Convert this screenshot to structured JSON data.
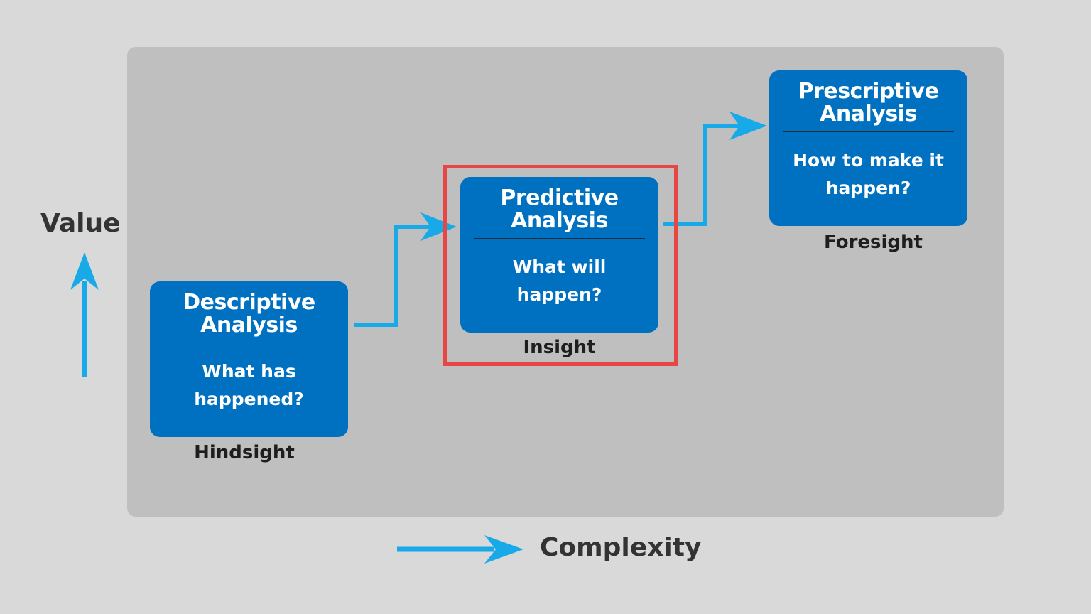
{
  "axes": {
    "y_label": "Value",
    "x_label": "Complexity"
  },
  "stages": [
    {
      "title_line1": "Descriptive",
      "title_line2": "Analysis",
      "question_line1": "What has",
      "question_line2": "happened?",
      "label": "Hindsight"
    },
    {
      "title_line1": "Predictive",
      "title_line2": "Analysis",
      "question_line1": "What will",
      "question_line2": "happen?",
      "label": "Insight"
    },
    {
      "title_line1": "Prescriptive",
      "title_line2": "Analysis",
      "question_line1": "How to make it",
      "question_line2": "happen?",
      "label": "Foresight"
    }
  ],
  "colors": {
    "box_fill": "#0070c0",
    "arrow": "#17a9e8",
    "highlight_border": "#e84545",
    "panel": "#bfbfbf",
    "background": "#d9d9d9"
  },
  "highlighted_stage": "Predictive Analysis"
}
